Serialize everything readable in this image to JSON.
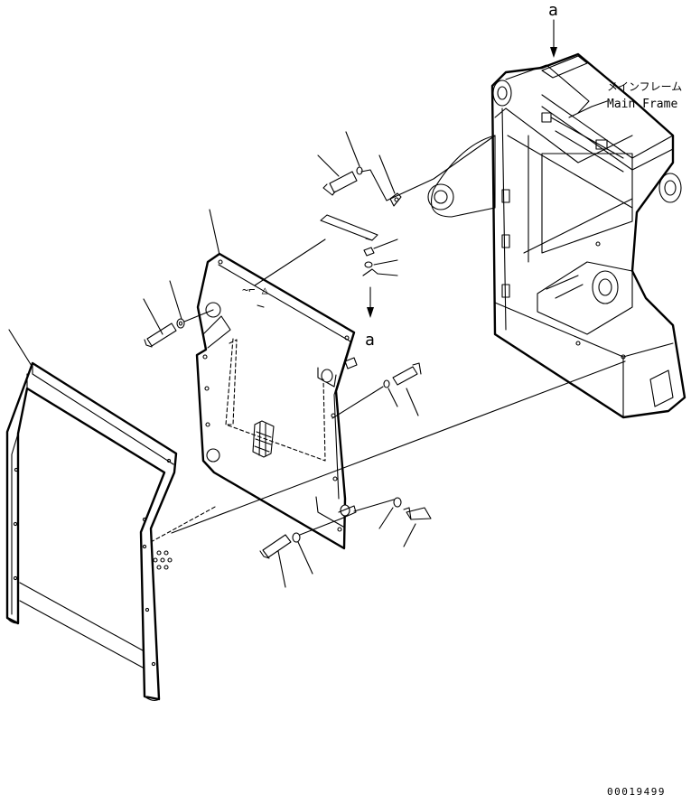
{
  "labels": {
    "view_arrow_top": "a",
    "view_arrow_mid": "a",
    "main_frame_jp": "メインフレーム",
    "main_frame_en": "Main Frame",
    "drawing_number": "00019499"
  }
}
